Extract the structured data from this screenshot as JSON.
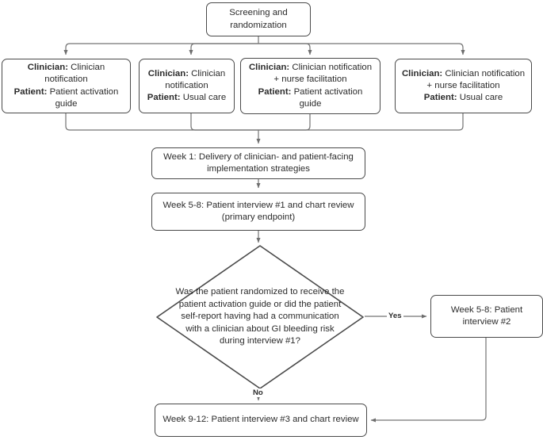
{
  "diagram": {
    "title_node": {
      "line1": "Screening and",
      "line2": "randomization"
    },
    "arms": [
      {
        "clinician_label": "Clinician:",
        "clinician_value": " Clinician notification",
        "patient_label": "Patient:",
        "patient_value": " Patient activation guide"
      },
      {
        "clinician_label": "Clinician:",
        "clinician_value": " Clinician notification",
        "patient_label": "Patient:",
        "patient_value": " Usual care"
      },
      {
        "clinician_label": "Clinician:",
        "clinician_value": " Clinician notification + nurse facilitation",
        "patient_label": "Patient:",
        "patient_value": " Patient activation guide"
      },
      {
        "clinician_label": "Clinician:",
        "clinician_value": " Clinician notification + nurse facilitation",
        "patient_label": "Patient:",
        "patient_value": " Usual care"
      }
    ],
    "week1": "Week 1: Delivery of clinician- and patient-facing implementation strategies",
    "week5_8_first": "Week 5-8: Patient interview #1 and chart review (primary endpoint)",
    "decision": "Was the patient randomized to receive the patient activation guide or did the patient self-report having had a communication with a clinician about GI bleeding risk during interview #1?",
    "yes_label": "Yes",
    "no_label": "No",
    "week5_8_second": "Week 5-8: Patient interview #2",
    "week9_12": "Week 9-12: Patient interview #3 and chart review",
    "colors": {
      "border": "#4a4a4a",
      "edge": "#737373",
      "text": "#2b2b2b",
      "background": "#ffffff"
    }
  }
}
